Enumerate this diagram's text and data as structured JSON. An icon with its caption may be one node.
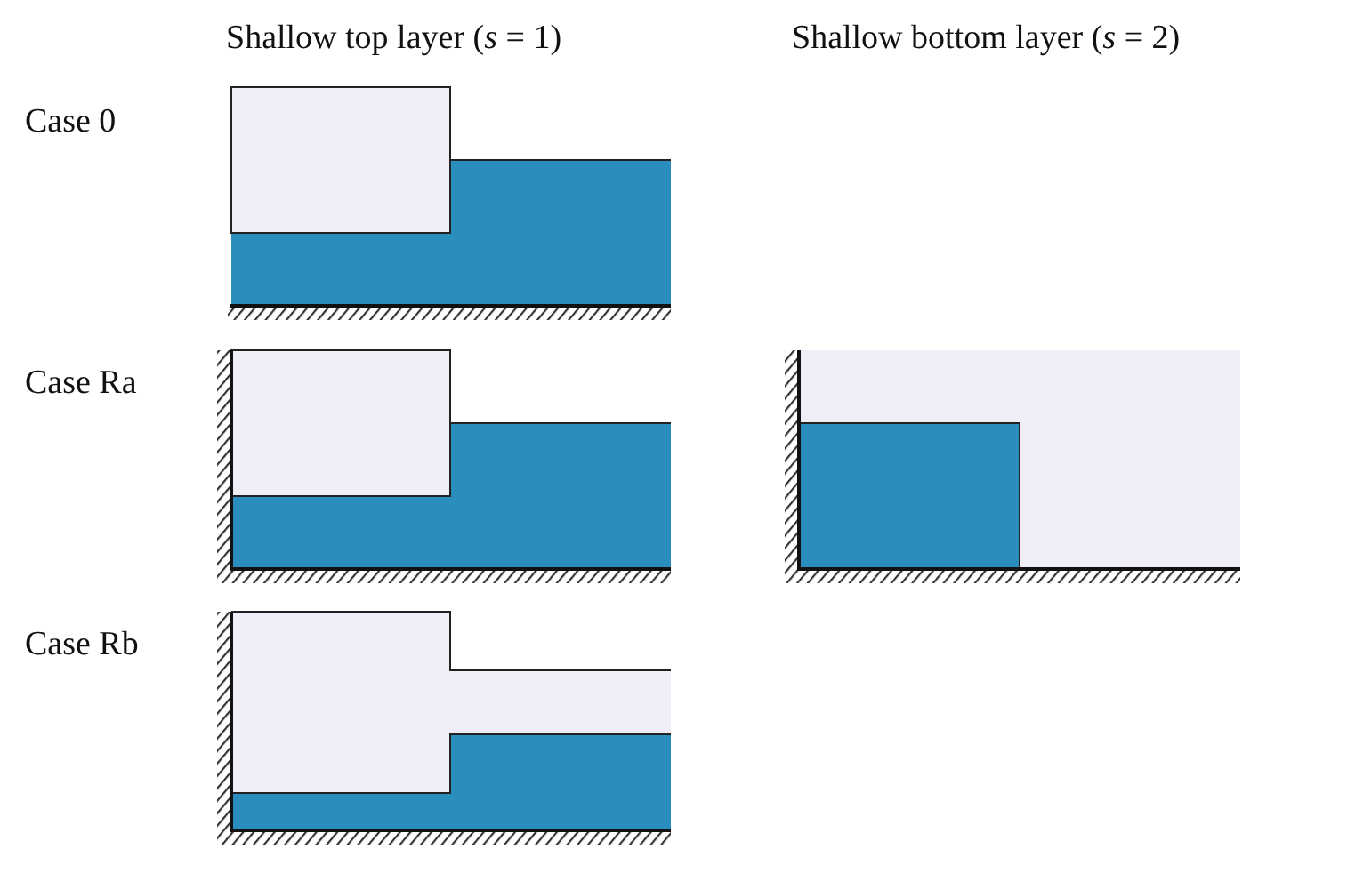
{
  "diagram": {
    "labels": [
      "Shallow top layer (*s* = 1)",
      "Shallow bottom layer (*s* = 2)",
      "Case 0",
      "Case Ra",
      "Case Rb"
    ]
  }
}
